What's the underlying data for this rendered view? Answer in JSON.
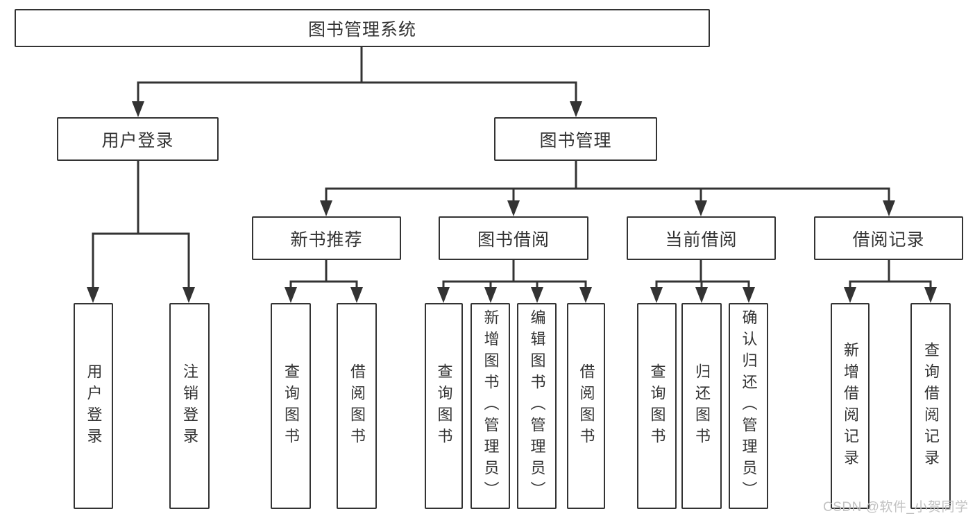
{
  "diagram": {
    "root": {
      "label": "图书管理系统"
    },
    "level2": {
      "user_login": {
        "label": "用户登录"
      },
      "book_management": {
        "label": "图书管理"
      }
    },
    "level3": {
      "new_books": {
        "label": "新书推荐"
      },
      "book_borrow": {
        "label": "图书借阅"
      },
      "current_borrow": {
        "label": "当前借阅"
      },
      "borrow_records": {
        "label": "借阅记录"
      }
    },
    "leaves": {
      "user_login": [
        "用户登录",
        "注销登录"
      ],
      "new_books": [
        "查询图书",
        "借阅图书"
      ],
      "book_borrow": [
        "查询图书",
        "新增图书（管理员）",
        "编辑图书（管理员）",
        "借阅图书"
      ],
      "current_borrow": [
        "查询图书",
        "归还图书",
        "确认归还（管理员）"
      ],
      "borrow_records": [
        "新增借阅记录",
        "查询借阅记录"
      ]
    }
  },
  "watermark": {
    "text": "CSDN @软件_小贺同学"
  },
  "colors": {
    "line": "#333333",
    "text": "#333333",
    "box_background": "#ffffff",
    "watermark": "#c2c2c2",
    "background": "#ffffff"
  }
}
